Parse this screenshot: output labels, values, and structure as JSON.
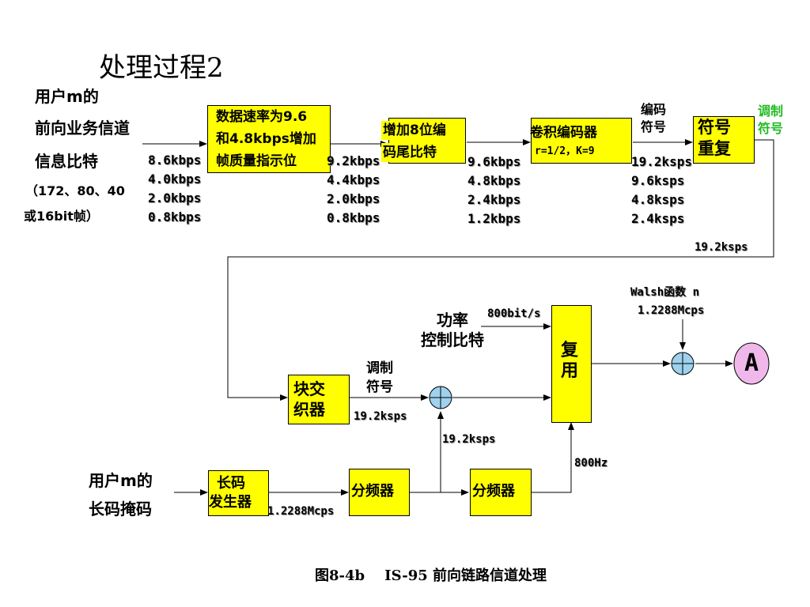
{
  "title": "处理过程2",
  "user_input": {
    "lines": [
      "用户m的",
      "前向业务信道",
      "信息比特"
    ],
    "frame_note_1": "（172、80、40",
    "frame_note_2": "或16bit帧）"
  },
  "boxes": {
    "quality_indicator": [
      "数据速率为9.6",
      "和4.8kbps增加",
      "帧质量指示位"
    ],
    "tail_bits": [
      "增加8位编",
      "码尾比特"
    ],
    "conv_encoder": [
      "卷积编码器",
      "r=1/2，K=9"
    ],
    "symbol_repeat": [
      "符号",
      "重复"
    ],
    "block_interleaver": [
      "块交",
      "织器"
    ],
    "mux": [
      "复",
      "用"
    ],
    "long_code_gen": [
      "长码",
      "发生器"
    ],
    "decimator1": "分频器",
    "decimator2": "分频器",
    "output_circle": "A"
  },
  "rates": {
    "input": [
      "8.6kbps",
      "4.0kbps",
      "2.0kbps",
      "0.8kbps"
    ],
    "after_crc": [
      "9.2kbps",
      "4.4kbps",
      "2.0kbps",
      "0.8kbps"
    ],
    "after_tail": [
      "9.6kbps",
      "4.8kbps",
      "2.4kbps",
      "1.2kbps"
    ],
    "after_conv": [
      "19.2ksps",
      "9.6ksps",
      "4.8ksps",
      "2.4ksps"
    ]
  },
  "labels": {
    "code_symbol": [
      "编码",
      "符号"
    ],
    "mod_symbol_green": [
      "调制",
      "符号"
    ],
    "after_repeat": "19.2ksps",
    "walsh": "Walsh函数 n",
    "walsh_rate": "1.2288Mcps",
    "power_ctrl": [
      "功率",
      "控制比特"
    ],
    "power_rate": "800bit/s",
    "mod_symbol": [
      "调制",
      "符号"
    ],
    "interleaver_out": "19.2ksps",
    "scrambler_rate": "19.2ksps",
    "pc_clock": "800Hz",
    "long_code_mask": [
      "用户m的",
      "长码掩码"
    ],
    "long_code_rate": "1.2288Mcps"
  },
  "caption": "图8-4b    IS-95 前向链路信道处理",
  "colors": {
    "box_fill": "#ffff00",
    "xor_fill": "#9ed2ee",
    "circle_fill": "#f0b8ea",
    "green_text": "#22bb22"
  }
}
